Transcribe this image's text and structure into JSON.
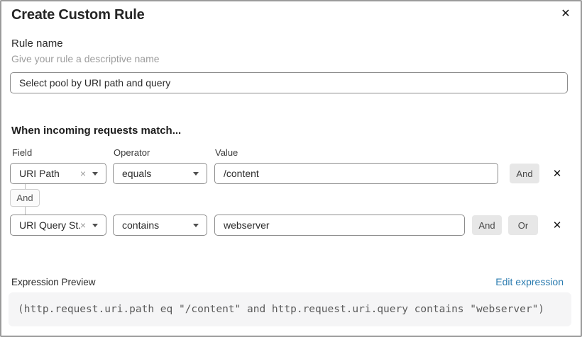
{
  "dialog": {
    "title": "Create Custom Rule"
  },
  "icons": {
    "close": "✕",
    "clear": "×",
    "remove": "✕"
  },
  "rule_name": {
    "label": "Rule name",
    "hint": "Give your rule a descriptive name",
    "value": "Select pool by URI path and query"
  },
  "match": {
    "heading": "When incoming requests match...",
    "column_labels": {
      "field": "Field",
      "operator": "Operator",
      "value": "Value"
    },
    "connector_label": "And",
    "rows": [
      {
        "field": "URI Path",
        "operator": "equals",
        "value": "/content",
        "and_label": "And"
      },
      {
        "field": "URI Query St...",
        "operator": "contains",
        "value": "webserver",
        "and_label": "And",
        "or_label": "Or"
      }
    ]
  },
  "expression": {
    "label": "Expression Preview",
    "edit_link": "Edit expression",
    "code": "(http.request.uri.path eq \"/content\" and http.request.uri.query contains \"webserver\")"
  },
  "colors": {
    "link_blue": "#2c7cb0",
    "button_bg": "#e7e7e7",
    "input_border": "#8c8c8c",
    "code_bg": "#f5f5f6"
  }
}
